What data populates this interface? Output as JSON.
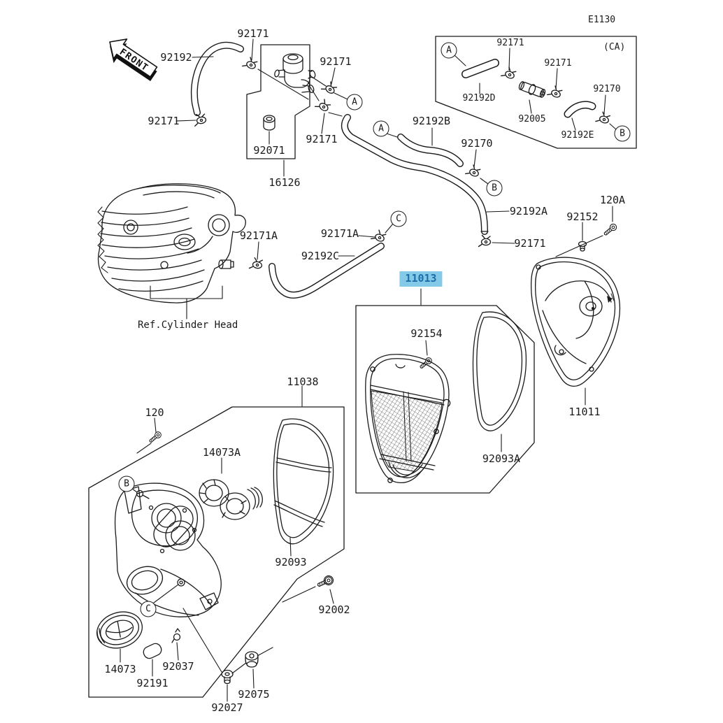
{
  "page": {
    "background": "#ffffff",
    "line_color": "#1a1a1a"
  },
  "diagram": {
    "code": "E1130",
    "front_arrow": "FRONT",
    "region": "(CA)",
    "reference_note": "Ref.Cylinder Head",
    "highlighted_part": {
      "number": "11013",
      "bg_color": "#85C9E9",
      "text_color": "#1B6FA8"
    }
  },
  "markers": [
    {
      "letter": "A"
    },
    {
      "letter": "A"
    },
    {
      "letter": "A"
    },
    {
      "letter": "B"
    },
    {
      "letter": "B"
    },
    {
      "letter": "B"
    },
    {
      "letter": "C"
    },
    {
      "letter": "C"
    }
  ],
  "part_labels": [
    {
      "number": "92171"
    },
    {
      "number": "92192"
    },
    {
      "number": "92171"
    },
    {
      "number": "92071"
    },
    {
      "number": "16126"
    },
    {
      "number": "92171"
    },
    {
      "number": "92171"
    },
    {
      "number": "92171"
    },
    {
      "number": "92171"
    },
    {
      "number": "92170"
    },
    {
      "number": "92192D"
    },
    {
      "number": "92005"
    },
    {
      "number": "92192E"
    },
    {
      "number": "92192B"
    },
    {
      "number": "92170"
    },
    {
      "number": "92192A"
    },
    {
      "number": "92171"
    },
    {
      "number": "92171A"
    },
    {
      "number": "92171A"
    },
    {
      "number": "92192C"
    },
    {
      "number": "120A"
    },
    {
      "number": "92152"
    },
    {
      "number": "92154"
    },
    {
      "number": "92093A"
    },
    {
      "number": "11011"
    },
    {
      "number": "11038"
    },
    {
      "number": "120"
    },
    {
      "number": "14073A"
    },
    {
      "number": "92093"
    },
    {
      "number": "92002"
    },
    {
      "number": "14073"
    },
    {
      "number": "92191"
    },
    {
      "number": "92037"
    },
    {
      "number": "92027"
    },
    {
      "number": "92075"
    },
    {
      "number": "11013"
    }
  ]
}
